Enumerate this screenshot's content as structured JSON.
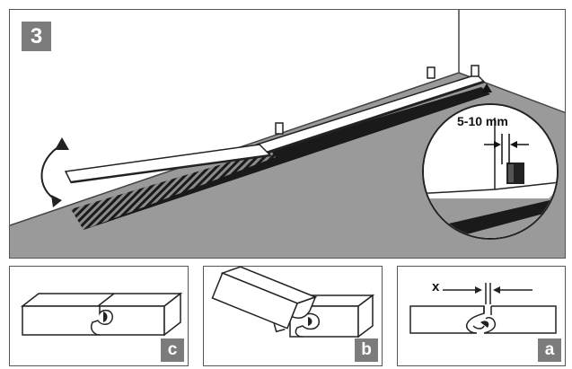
{
  "main": {
    "step_number": "3",
    "gap_label": "5-10 mm"
  },
  "details": [
    {
      "letter": "c"
    },
    {
      "letter": "b"
    },
    {
      "letter": "a",
      "gap_symbol": "x"
    }
  ]
}
